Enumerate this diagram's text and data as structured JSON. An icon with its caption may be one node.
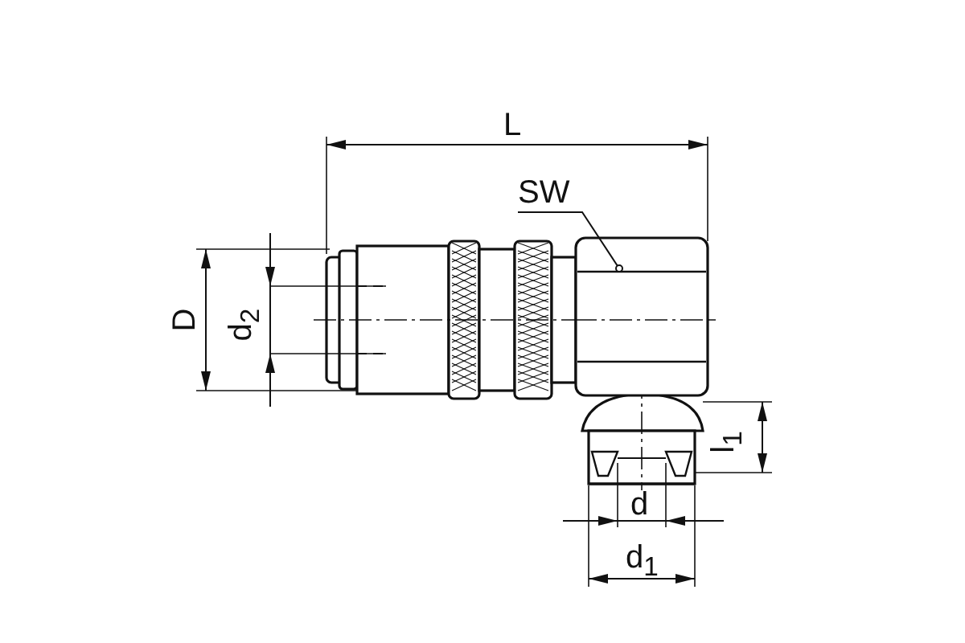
{
  "diagram": {
    "nodes": [
      {
        "text": [
          "SW"
        ]
      },
      {
        "text": [],
        "shape": "picture"
      }
    ],
    "edges": [
      {
        "from": 0,
        "to": 1,
        "arrow": "other"
      }
    ],
    "labels": [
      "L",
      "D",
      "d$_{2}$",
      "l$_{1}$",
      "d",
      "d$_{1}$"
    ]
  }
}
